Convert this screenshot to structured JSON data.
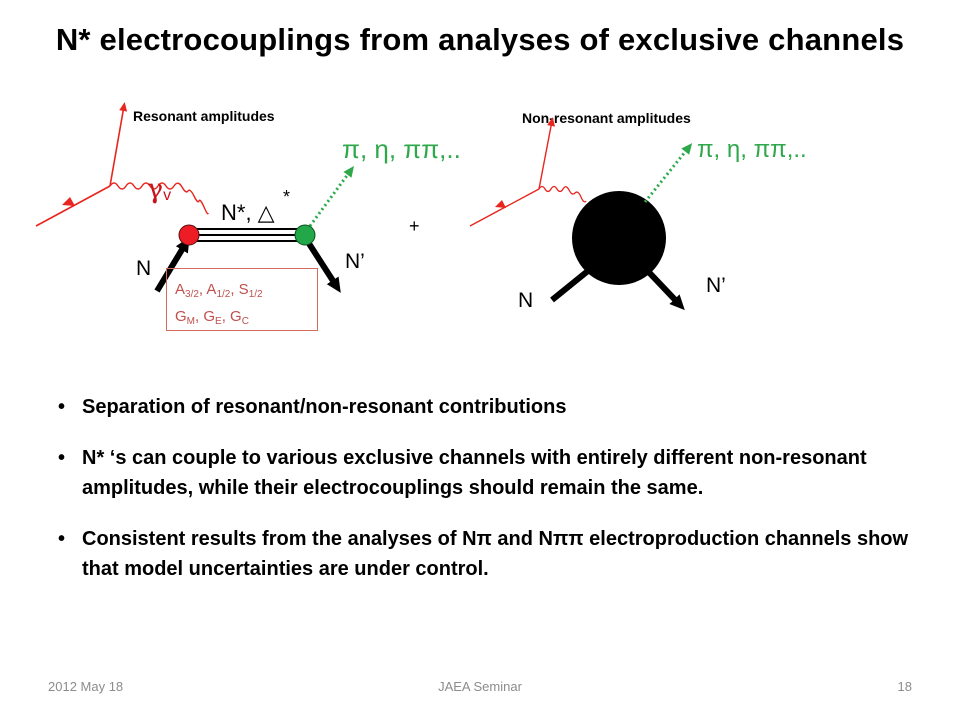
{
  "slide": {
    "title": "N* electrocouplings from analyses of exclusive channels"
  },
  "diagram": {
    "resonant_label": "Resonant amplitudes",
    "nonresonant_label": "Non-resonant amplitudes",
    "gamma_label": "γ",
    "gamma_sub": "v",
    "products_label": "π, η, ππ,..",
    "resonance_label": "N*, △",
    "resonance_star": "*",
    "n_in": "N",
    "n_out": "N’",
    "plus": "+",
    "couplings_line1": [
      "A",
      "3/2",
      ",  A",
      "1/2",
      ", S",
      "1/2"
    ],
    "couplings_line2": [
      "G",
      "M",
      ", G",
      "E",
      ", G",
      "C"
    ],
    "colors": {
      "electron": "#e8251f",
      "photon": "#e8251f",
      "meson": "#2ea84a",
      "vertex_red": "#ee1c25",
      "vertex_green": "#22a849",
      "box_text": "#c0504d",
      "products_text": "#2ea84a"
    }
  },
  "bullets": [
    "Separation of resonant/non-resonant contributions",
    "N* ‘s can couple to various exclusive channels  with entirely different non-resonant amplitudes, while their electrocouplings should remain the same.",
    "Consistent results from the analyses of Nπ and Nππ electroproduction channels show that model uncertainties are under control."
  ],
  "footer": {
    "date": "2012 May 18",
    "event": "JAEA Seminar",
    "page": "18"
  }
}
